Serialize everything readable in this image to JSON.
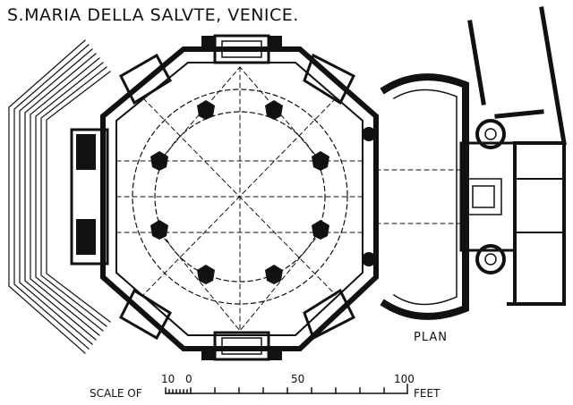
{
  "title": "S.MARIA DELLA SALVTE, VENICE.",
  "plan_label": "PLAN",
  "scale": {
    "prefix": "SCALE OF",
    "suffix": "FEET",
    "ticks": [
      "10",
      "0",
      "50",
      "100"
    ]
  },
  "colors": {
    "ink": "#111111",
    "paper": "#ffffff"
  }
}
